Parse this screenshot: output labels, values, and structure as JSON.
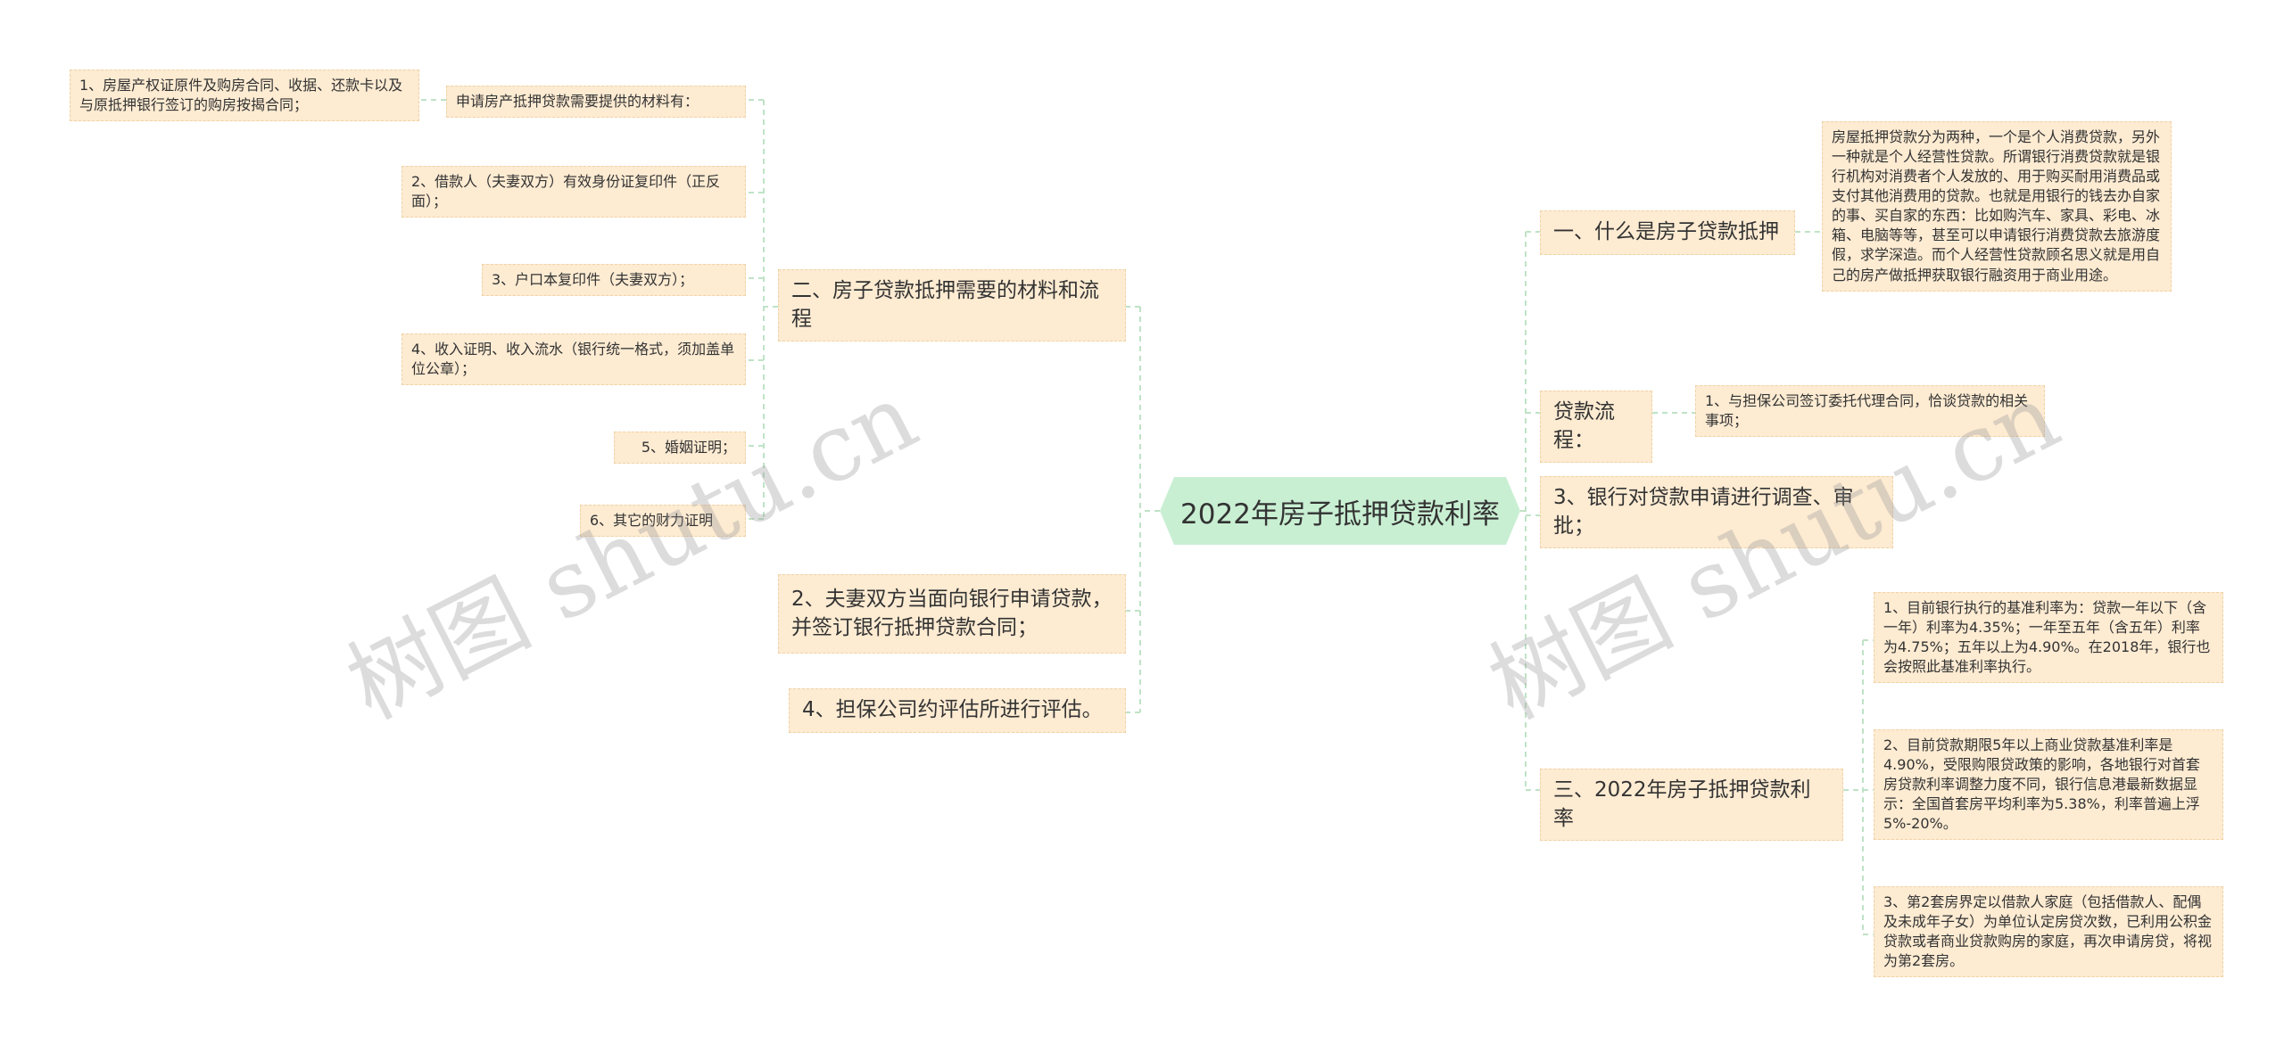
{
  "root": "2022年房子抵押贷款利率",
  "left": {
    "materials_branch": {
      "title": "二、房子贷款抵押需要的材料和流程",
      "header": "申请房产抵押贷款需要提供的材料有：",
      "items": [
        "1、房屋产权证原件及购房合同、收据、还款卡以及与原抵押银行签订的购房按揭合同；",
        "2、借款人（夫妻双方）有效身份证复印件（正反面）；",
        "3、户口本复印件（夫妻双方）；",
        "4、收入证明、收入流水（银行统一格式，须加盖单位公章）；",
        "5、婚姻证明；",
        "6、其它的财力证明"
      ]
    },
    "step2": "2、夫妻双方当面向银行申请贷款，并签订银行抵押贷款合同；",
    "step4": "4、担保公司约评估所进行评估。"
  },
  "right": {
    "what_is": {
      "title": "一、什么是房子贷款抵押",
      "desc": "房屋抵押贷款分为两种，一个是个人消费贷款，另外一种就是个人经营性贷款。所谓银行消费贷款就是银行机构对消费者个人发放的、用于购买耐用消费品或支付其他消费用的贷款。也就是用银行的钱去办自家的事、买自家的东西：比如购汽车、家具、彩电、冰箱、电脑等等，甚至可以申请银行消费贷款去旅游度假，求学深造。而个人经营性贷款顾名思义就是用自己的房产做抵押获取银行融资用于商业用途。"
    },
    "process": {
      "title": "贷款流程：",
      "item": "1、与担保公司签订委托代理合同，恰谈贷款的相关事项；"
    },
    "step3": "3、银行对贷款申请进行调查、审批；",
    "rates": {
      "title": "三、2022年房子抵押贷款利率",
      "items": [
        "1、目前银行执行的基准利率为：贷款一年以下（含一年）利率为4.35%；一年至五年（含五年）利率为4.75%；五年以上为4.90%。在2018年，银行也会按照此基准利率执行。",
        "2、目前贷款期限5年以上商业贷款基准利率是4.90%，受限购限贷政策的影响，各地银行对首套房贷款利率调整力度不同，银行信息港最新数据显示：全国首套房平均利率为5.38%，利率普遍上浮5%-20%。",
        "3、第2套房界定以借款人家庭（包括借款人、配偶及未成年子女）为单位认定房贷次数，已利用公积金贷款或者商业贷款购房的家庭，再次申请房贷，将视为第2套房。"
      ]
    }
  },
  "watermark": "树图 shutu.cn",
  "colors": {
    "node_fill": "#fdebd2",
    "root_fill": "#c9efd3",
    "connector": "#bfe3c6"
  }
}
